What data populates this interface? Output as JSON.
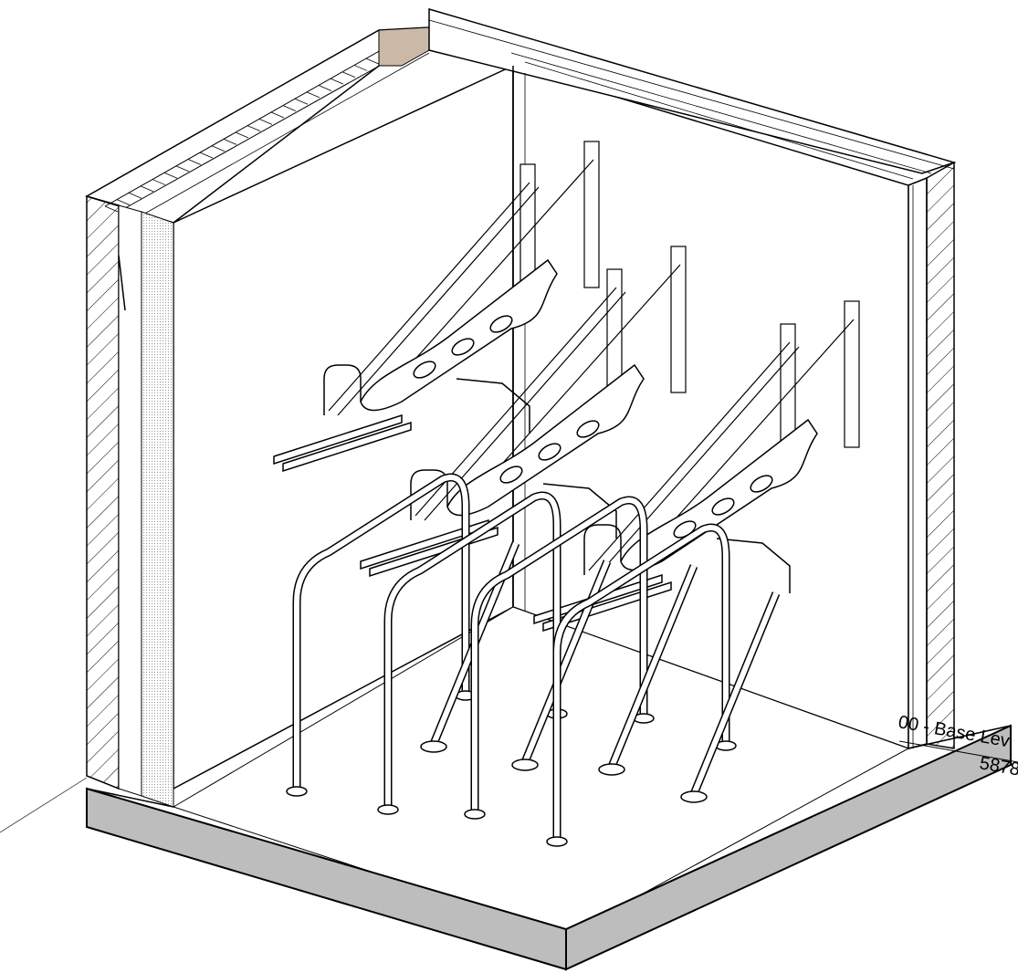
{
  "level_marker": {
    "name": "00 - Base Lev",
    "elevation": "5878"
  },
  "colors": {
    "slab": "#bdbdbd",
    "wall_insulation": "#e6e6e6",
    "wall_cap_tan": "#cbb9a8",
    "line": "#000000"
  },
  "contents": {
    "ground_stands": 4,
    "upper_tier_racks": 3
  }
}
